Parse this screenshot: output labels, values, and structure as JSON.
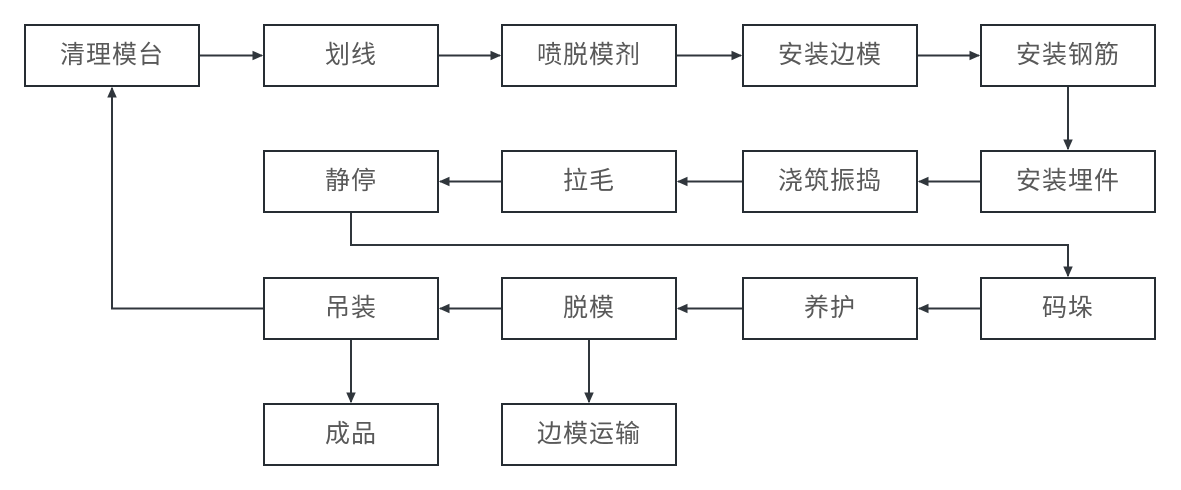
{
  "diagram": {
    "type": "flowchart",
    "colors": {
      "background": "#ffffff",
      "node_fill": "#ffffff",
      "node_border": "#262d33",
      "arrow": "#30363c",
      "text": "#595959"
    },
    "nodes": [
      {
        "id": "qingli_motai",
        "label": "清理模台"
      },
      {
        "id": "huaxian",
        "label": "划线"
      },
      {
        "id": "pen_tuomoji",
        "label": "喷脱模剂"
      },
      {
        "id": "anzhuang_bianmo",
        "label": "安装边模"
      },
      {
        "id": "anzhuang_gangjin",
        "label": "安装钢筋"
      },
      {
        "id": "anzhuang_maijian",
        "label": "安装埋件"
      },
      {
        "id": "jiaozhu_zhendao",
        "label": "浇筑振捣"
      },
      {
        "id": "lamao",
        "label": "拉毛"
      },
      {
        "id": "jingting",
        "label": "静停"
      },
      {
        "id": "maduo",
        "label": "码垛"
      },
      {
        "id": "yanghu",
        "label": "养护"
      },
      {
        "id": "tuomo",
        "label": "脱模"
      },
      {
        "id": "diaozhuang",
        "label": "吊装"
      },
      {
        "id": "chengpin",
        "label": "成品"
      },
      {
        "id": "bianmo_yunshu",
        "label": "边模运输"
      }
    ],
    "edges": [
      {
        "from": "qingli_motai",
        "to": "huaxian",
        "route": "h"
      },
      {
        "from": "huaxian",
        "to": "pen_tuomoji",
        "route": "h"
      },
      {
        "from": "pen_tuomoji",
        "to": "anzhuang_bianmo",
        "route": "h"
      },
      {
        "from": "anzhuang_bianmo",
        "to": "anzhuang_gangjin",
        "route": "h"
      },
      {
        "from": "anzhuang_gangjin",
        "to": "anzhuang_maijian",
        "route": "v"
      },
      {
        "from": "anzhuang_maijian",
        "to": "jiaozhu_zhendao",
        "route": "h"
      },
      {
        "from": "jiaozhu_zhendao",
        "to": "lamao",
        "route": "h"
      },
      {
        "from": "lamao",
        "to": "jingting",
        "route": "h"
      },
      {
        "from": "jingting",
        "to": "maduo",
        "route": "down-right-down"
      },
      {
        "from": "maduo",
        "to": "yanghu",
        "route": "h"
      },
      {
        "from": "yanghu",
        "to": "tuomo",
        "route": "h"
      },
      {
        "from": "tuomo",
        "to": "diaozhuang",
        "route": "h"
      },
      {
        "from": "diaozhuang",
        "to": "qingli_motai",
        "route": "left-up"
      },
      {
        "from": "diaozhuang",
        "to": "chengpin",
        "route": "v"
      },
      {
        "from": "tuomo",
        "to": "bianmo_yunshu",
        "route": "v"
      }
    ]
  }
}
